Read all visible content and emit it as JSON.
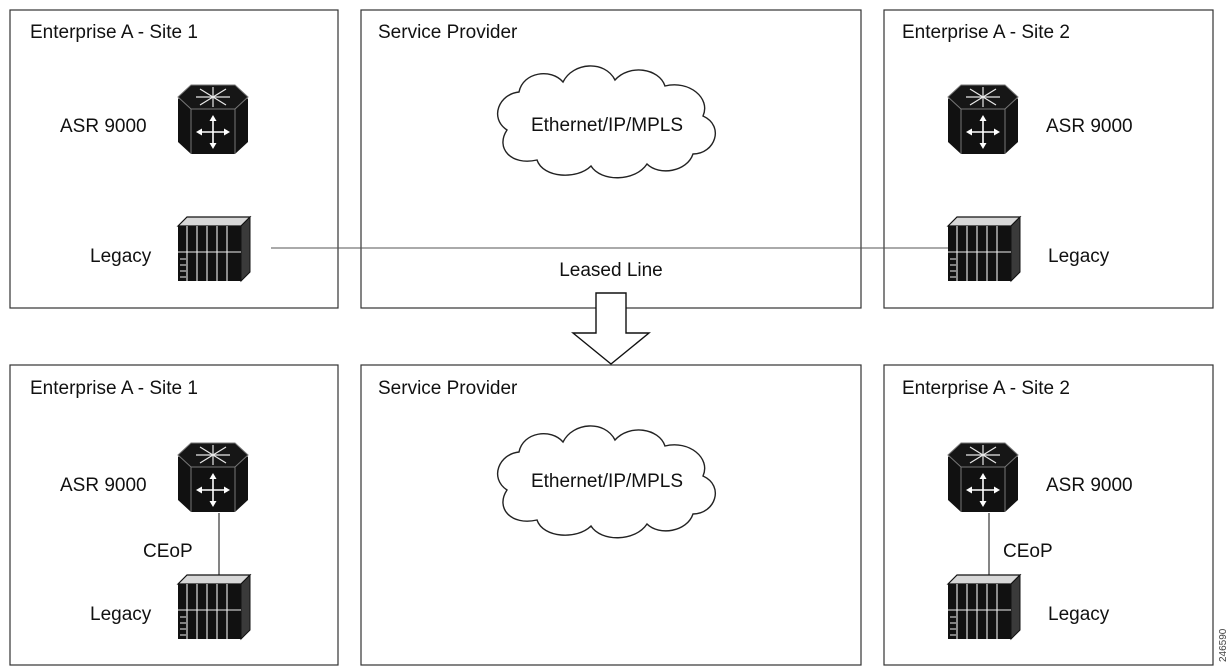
{
  "top_row": {
    "site1": {
      "title": "Enterprise A - Site 1",
      "router_label": "ASR 9000",
      "legacy_label": "Legacy"
    },
    "provider": {
      "title": "Service Provider",
      "cloud_label": "Ethernet/IP/MPLS",
      "link_label": "Leased Line"
    },
    "site2": {
      "title": "Enterprise A - Site 2",
      "router_label": "ASR 9000",
      "legacy_label": "Legacy"
    }
  },
  "bottom_row": {
    "site1": {
      "title": "Enterprise A - Site 1",
      "router_label": "ASR 9000",
      "link_label": "CEoP",
      "legacy_label": "Legacy"
    },
    "provider": {
      "title": "Service Provider",
      "cloud_label": "Ethernet/IP/MPLS"
    },
    "site2": {
      "title": "Enterprise A - Site 2",
      "router_label": "ASR 9000",
      "link_label": "CEoP",
      "legacy_label": "Legacy"
    }
  },
  "figure_id": "246590",
  "icons": {
    "router": "router-icon",
    "legacy": "legacy-equipment-icon",
    "cloud": "cloud-icon",
    "arrow": "down-arrow-icon"
  }
}
